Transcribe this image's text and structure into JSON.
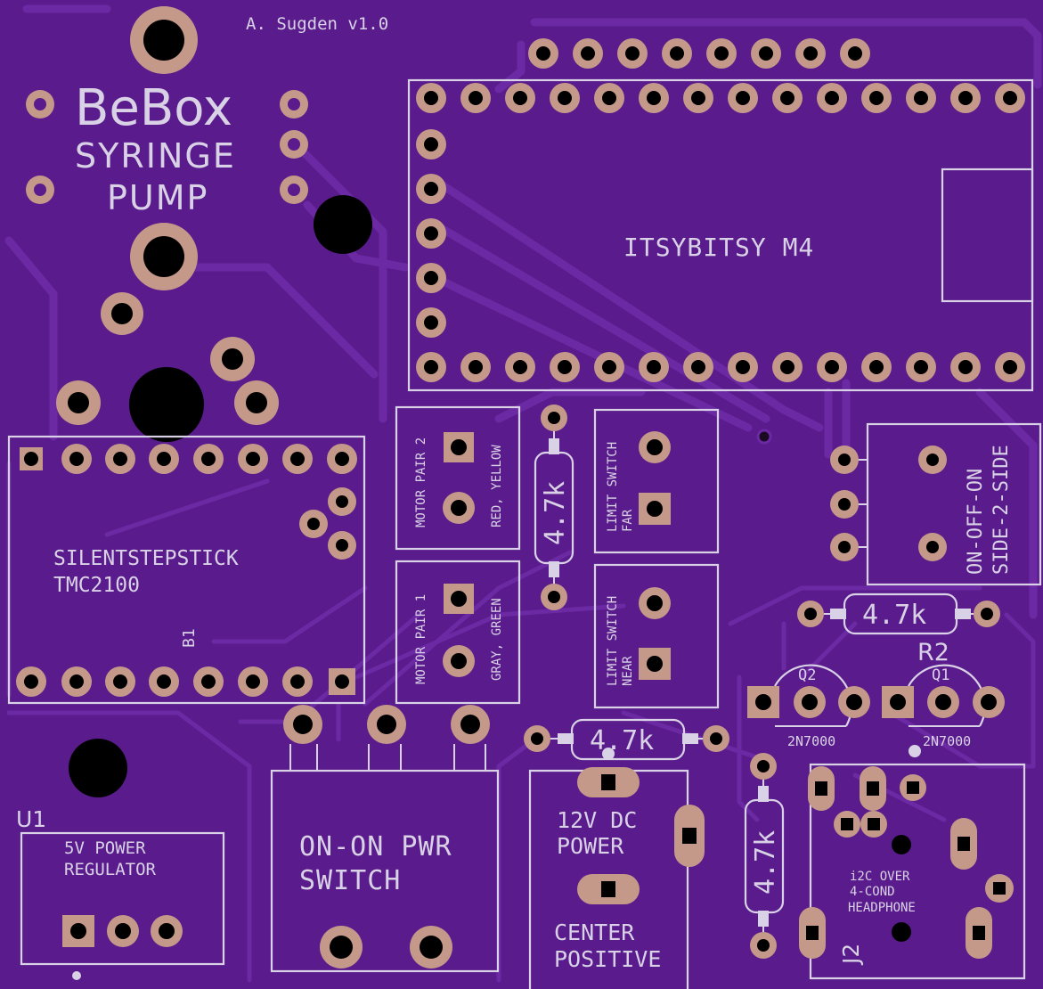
{
  "board": {
    "background": "#5a1c8c",
    "trace_color": "#6b2aa3",
    "silk_color": "#d9d2e6",
    "pad_color": "#c4998a"
  },
  "labels": {
    "author": "A. Sugden v1.0",
    "title": "BeBox",
    "subtitle1": "SYRINGE",
    "subtitle2": "PUMP",
    "itsybitsy": "ITSYBITSY M4",
    "stepstick1": "SILENTSTEPSTICK",
    "stepstick2": "TMC2100",
    "b1": "B1",
    "motor2": "MOTOR PAIR 2",
    "motor2_colors": "RED, YELLOW",
    "motor1": "MOTOR PAIR 1",
    "motor1_colors": "GRAY, GREEN",
    "res_top": "4.7k",
    "res_right": "4.7k",
    "res_bottom": "4.7k",
    "res_vert": "4.7k",
    "limit_far1": "LIMIT SWITCH",
    "limit_far2": "FAR",
    "limit_near1": "LIMIT SWITCH",
    "limit_near2": "NEAR",
    "switch_side1": "ON-OFF-ON",
    "switch_side2": "SIDE-2-SIDE",
    "r2": "R2",
    "q2": "Q2",
    "q1": "Q1",
    "q2_part": "2N7000",
    "q1_part": "2N7000",
    "u1": "U1",
    "reg1": "5V POWER",
    "reg2": "REGULATOR",
    "pwr_sw1": "ON-ON PWR",
    "pwr_sw2": "SWITCH",
    "dc1": "12V DC",
    "dc2": "POWER",
    "dc3": "CENTER",
    "dc4": "POSITIVE",
    "i2c1": "i2C OVER",
    "i2c2": "4-COND",
    "i2c3": "HEADPHONE",
    "j2": "J2"
  }
}
